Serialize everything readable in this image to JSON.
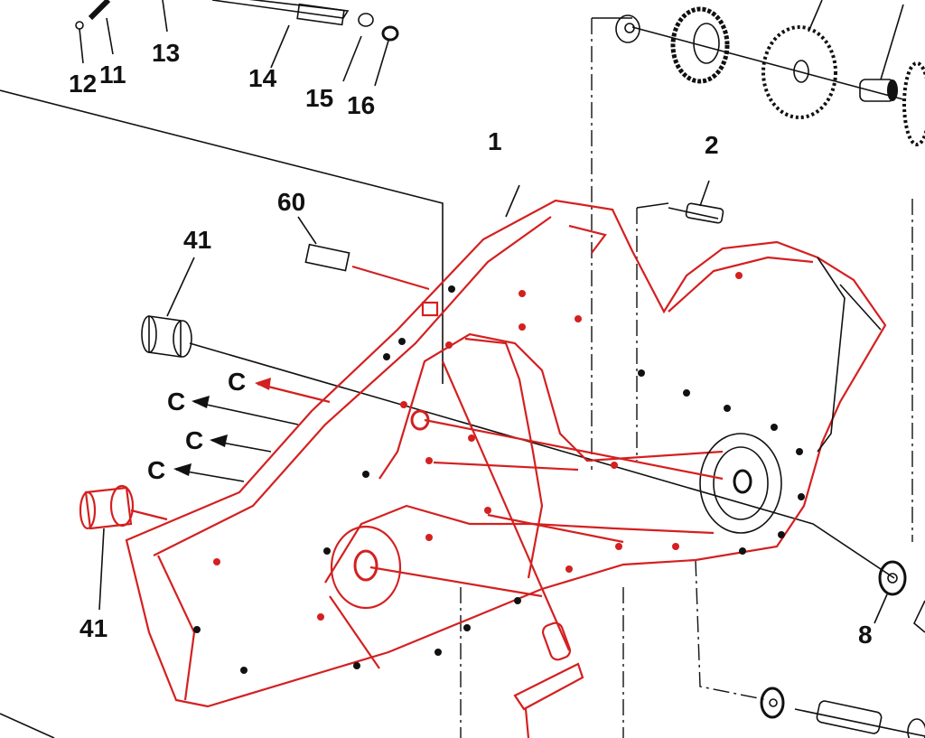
{
  "diagram": {
    "colors": {
      "highlight": "#d42020",
      "ink": "#111111"
    },
    "callouts": {
      "p12": "12",
      "p11": "11",
      "p13": "13",
      "p14": "14",
      "p15": "15",
      "p16": "16",
      "p1": "1",
      "p2": "2",
      "p60": "60",
      "p41a": "41",
      "p41b": "41",
      "p8": "8"
    },
    "connectors": {
      "c1": "C",
      "c2": "C",
      "c3": "C",
      "c4": "C"
    }
  }
}
